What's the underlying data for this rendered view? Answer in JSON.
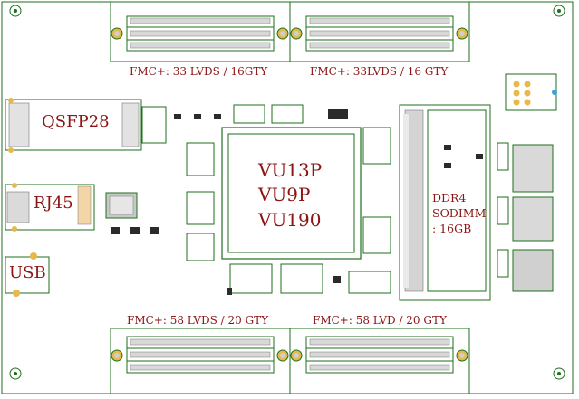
{
  "labels": {
    "fmc_top_left": "FMC+: 33 LVDS / 16GTY",
    "fmc_top_right": "FMC+: 33LVDS / 16 GTY",
    "fmc_bottom_left": "FMC+: 58 LVDS / 20 GTY",
    "fmc_bottom_right": "FMC+: 58 LVD / 20 GTY",
    "qsfp": "QSFP28",
    "rj45": "RJ45",
    "usb": "USB",
    "fpga_line1": "VU13P",
    "fpga_line2": "VU9P",
    "fpga_line3": "VU190",
    "ddr_line1": "DDR4",
    "ddr_line2": "SODIMM",
    "ddr_line3": ": 16GB"
  },
  "colors": {
    "outline": "#1e6f1e",
    "label": "#8b1414",
    "pad": "#cfcfcf",
    "hole_ring": "#e7b84a",
    "accent_blue": "#3ea0d8"
  }
}
